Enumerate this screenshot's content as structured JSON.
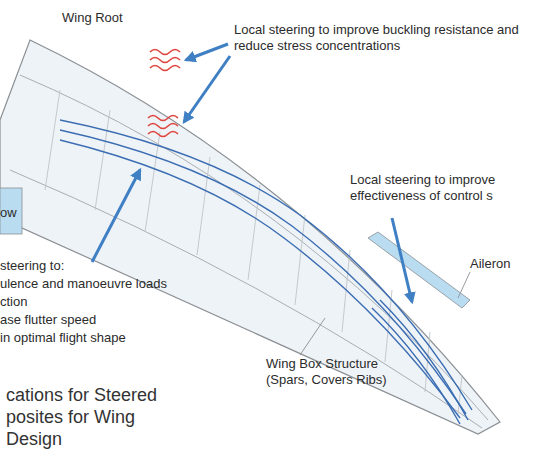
{
  "diagram": {
    "caption": "cations for Steered posites for Wing Design",
    "labels": [
      "Wing Root",
      "Local steering to improve buckling resistance and reduce stress concentrations",
      "ow",
      "Local steering to improve effectiveness of control s",
      "steering to:",
      "ulence and manoeuvre loads",
      "ction",
      "ase flutter speed",
      "in optimal flight shape",
      "Aileron",
      "Wing Box Structure (Spars, Covers Ribs)"
    ]
  }
}
